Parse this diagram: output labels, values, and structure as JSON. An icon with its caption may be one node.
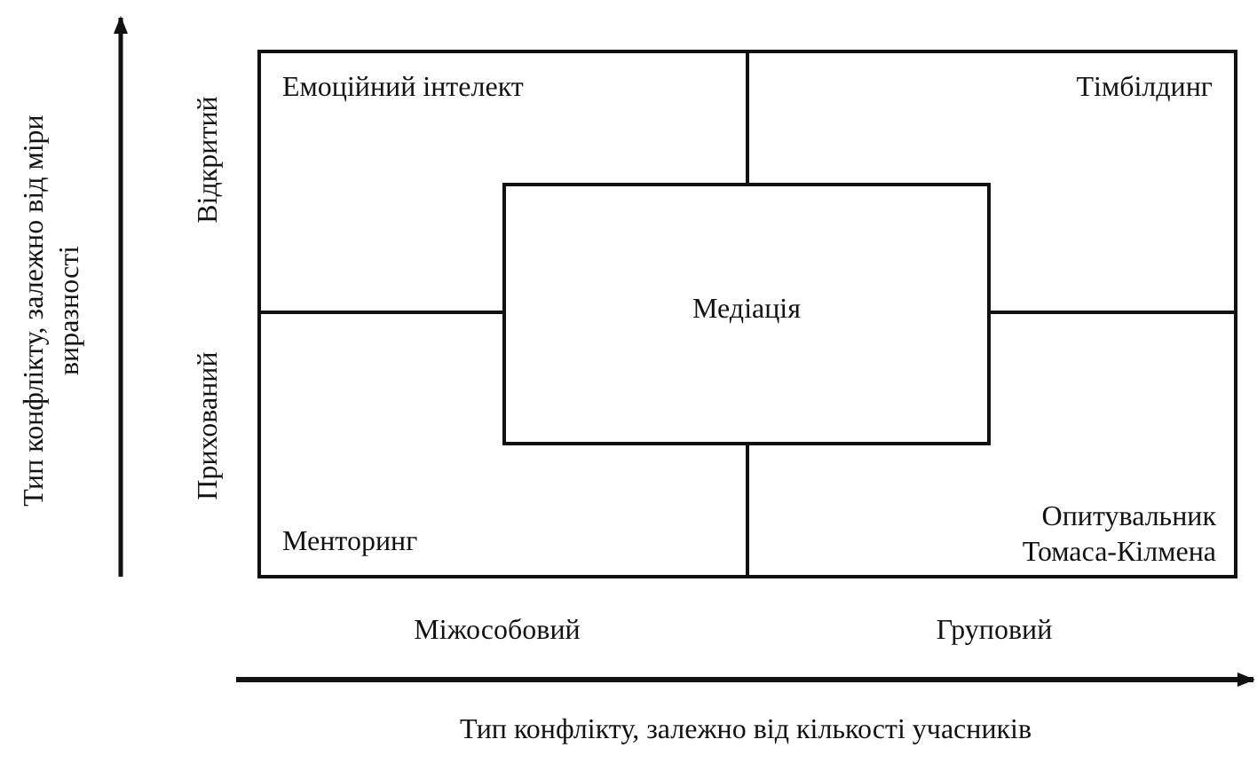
{
  "diagram": {
    "nodes": [
      {
        "text": [
          "Емоційний інтелект"
        ]
      },
      {
        "text": [
          "Тімбілдинг"
        ]
      },
      {
        "text": [
          "Медіація"
        ]
      },
      {
        "text": [
          "Менторинг"
        ]
      },
      {
        "text": [
          "Опитувальник Томаса-Кілмена"
        ]
      }
    ],
    "edges": [],
    "labels": [
      "Тип конфлікту, залежно від міри виразності",
      "Відкритий",
      "Прихований",
      "Міжособовий",
      "Груповий",
      "Тип конфлікту, залежно від кількості учасників"
    ]
  }
}
